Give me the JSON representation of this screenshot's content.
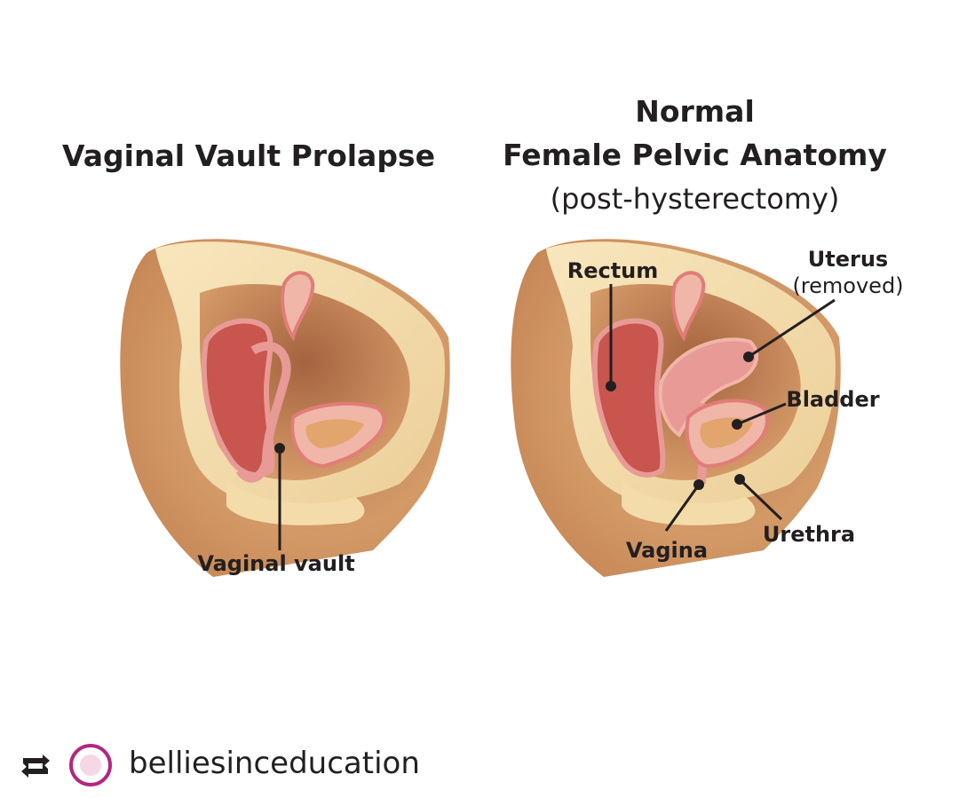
{
  "left_panel": {
    "title": "Vaginal Vault Prolapse",
    "labels": {
      "vaginal_vault": "Vaginal vault"
    }
  },
  "right_panel": {
    "title_line1": "Normal",
    "title_line2": "Female Pelvic Anatomy",
    "subtitle": "(post-hysterectomy)",
    "labels": {
      "rectum": "Rectum",
      "uterus": "Uterus",
      "uterus_note": "(removed)",
      "bladder": "Bladder",
      "vagina": "Vagina",
      "urethra": "Urethra"
    }
  },
  "footer": {
    "repost_icon": "repost-icon",
    "avatar_icon": "profile-avatar-icon",
    "username": "belliesinceducation"
  },
  "colors": {
    "skin": "#c98a5a",
    "bone": "#f4dcaa",
    "tissue": "#e89a96",
    "tissue_dark": "#c8554e",
    "text": "#231f20",
    "brand": "#b2277f"
  }
}
